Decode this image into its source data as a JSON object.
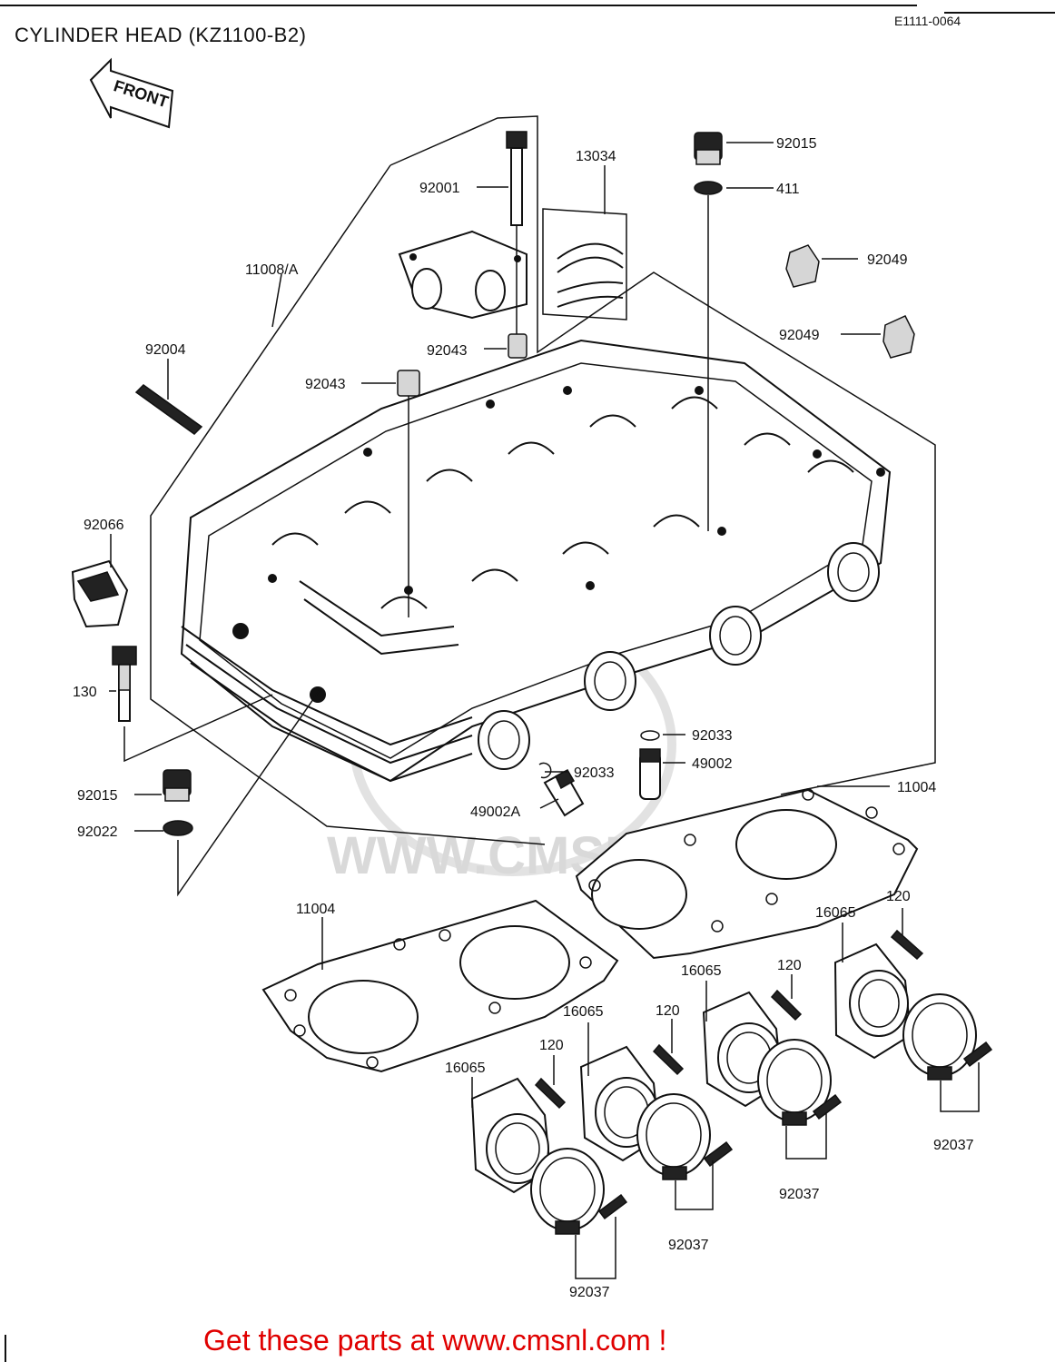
{
  "diagram": {
    "title": "CYLINDER HEAD (KZ1100-B2)",
    "drawing_code": "E1111-0064",
    "direction_label": "FRONT",
    "footer": "Get these parts at www.cmsnl.com !",
    "watermark": "WWW.CMSNL.COM"
  },
  "part_labels": [
    {
      "id": "p92015a",
      "text": "92015"
    },
    {
      "id": "p411",
      "text": "411"
    },
    {
      "id": "p13034",
      "text": "13034"
    },
    {
      "id": "p92001",
      "text": "92001"
    },
    {
      "id": "p92049a",
      "text": "92049"
    },
    {
      "id": "p92049b",
      "text": "92049"
    },
    {
      "id": "p11008",
      "text": "11008/A"
    },
    {
      "id": "p92004",
      "text": "92004"
    },
    {
      "id": "p92043a",
      "text": "92043"
    },
    {
      "id": "p92043b",
      "text": "92043"
    },
    {
      "id": "p92066",
      "text": "92066"
    },
    {
      "id": "p130",
      "text": "130"
    },
    {
      "id": "p92033a",
      "text": "92033"
    },
    {
      "id": "p49002",
      "text": "49002"
    },
    {
      "id": "p92033b",
      "text": "92033"
    },
    {
      "id": "p49002A",
      "text": "49002A"
    },
    {
      "id": "p11004a",
      "text": "11004"
    },
    {
      "id": "p92015b",
      "text": "92015"
    },
    {
      "id": "p92022",
      "text": "92022"
    },
    {
      "id": "p11004b",
      "text": "11004"
    },
    {
      "id": "p16065a",
      "text": "16065"
    },
    {
      "id": "p120a",
      "text": "120"
    },
    {
      "id": "p16065b",
      "text": "16065"
    },
    {
      "id": "p120b",
      "text": "120"
    },
    {
      "id": "p16065c",
      "text": "16065"
    },
    {
      "id": "p120c",
      "text": "120"
    },
    {
      "id": "p16065d",
      "text": "16065"
    },
    {
      "id": "p120d",
      "text": "120"
    },
    {
      "id": "p92037a",
      "text": "92037"
    },
    {
      "id": "p92037b",
      "text": "92037"
    },
    {
      "id": "p92037c",
      "text": "92037"
    },
    {
      "id": "p92037d",
      "text": "92037"
    }
  ]
}
